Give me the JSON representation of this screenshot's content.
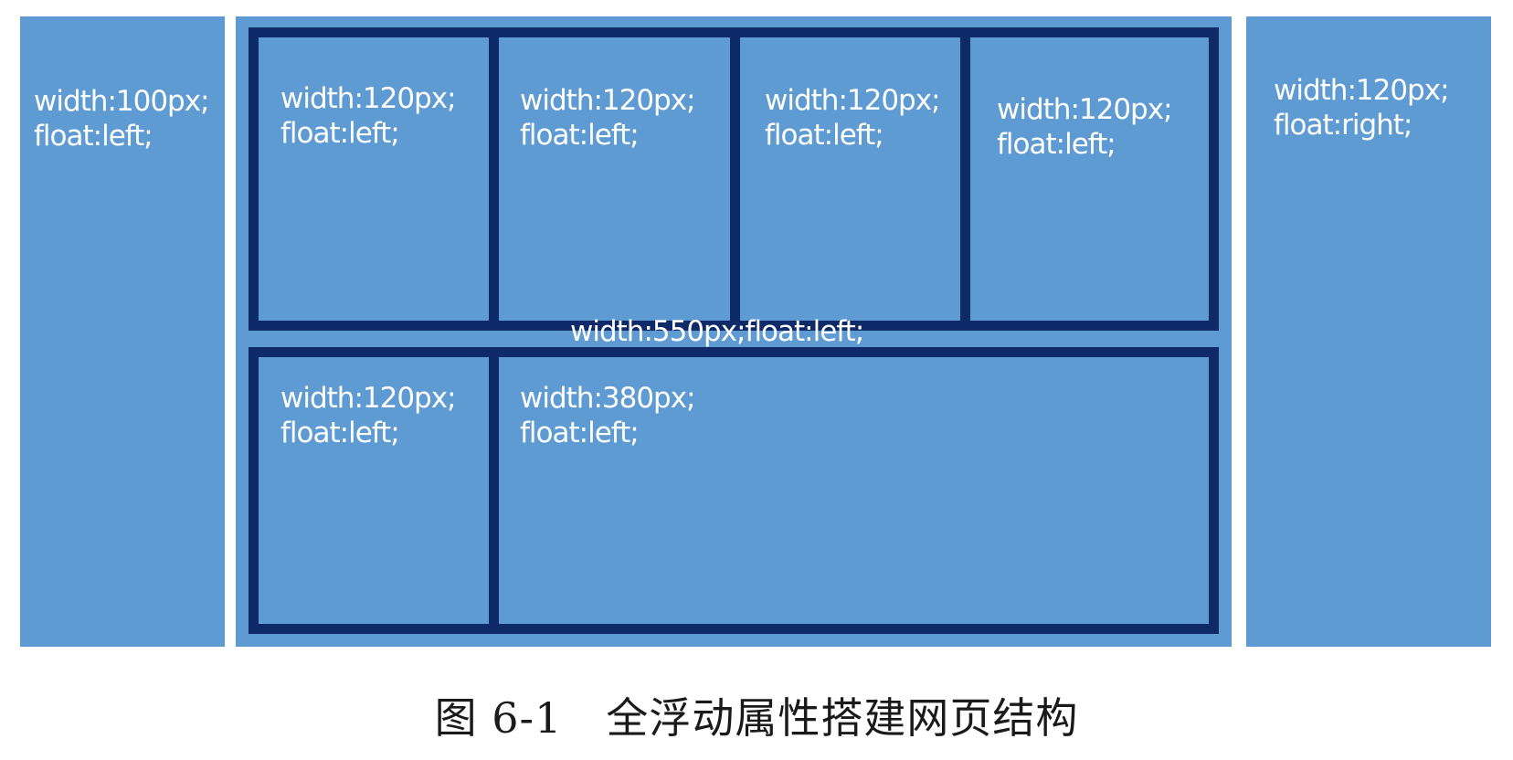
{
  "diagram": {
    "left_column": {
      "line1": "width:100px;",
      "line2": "float:left;"
    },
    "right_column": {
      "line1": "width:120px;",
      "line2": "float:right;"
    },
    "center_container": {
      "label": "width:550px;float:left;"
    },
    "top_row": [
      {
        "line1": "width:120px;",
        "line2": "float:left;"
      },
      {
        "line1": "width:120px;",
        "line2": "float:left;"
      },
      {
        "line1": "width:120px;",
        "line2": "float:left;"
      },
      {
        "line1": "width:120px;",
        "line2": "float:left;"
      }
    ],
    "bottom_row": [
      {
        "line1": "width:120px;",
        "line2": "float:left;"
      },
      {
        "line1": "width:380px;",
        "line2": "float:left;"
      }
    ]
  },
  "caption": {
    "number": "图 6-1",
    "title": "全浮动属性搭建网页结构"
  },
  "colors": {
    "box_fill": "#5f9bd3",
    "border": "#0f2a68",
    "text": "#ffffff"
  }
}
